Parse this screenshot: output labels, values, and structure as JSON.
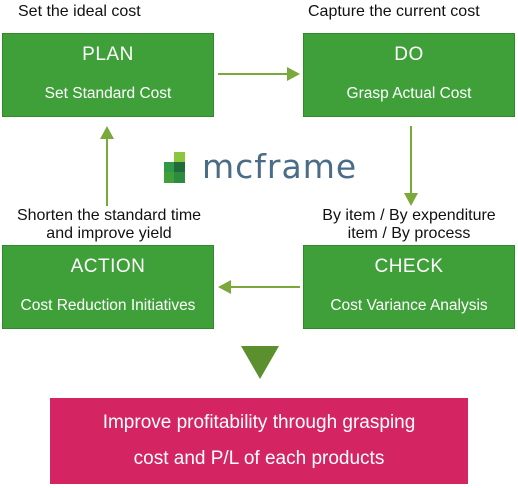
{
  "captions": {
    "plan_goal": "Set the ideal cost",
    "do_goal": "Capture the current cost",
    "action_note_line1": "Shorten the standard time",
    "action_note_line2": "and improve yield",
    "check_note_line1": "By item / By expenditure",
    "check_note_line2": "item / By process"
  },
  "boxes": {
    "plan": {
      "title": "PLAN",
      "subtitle": "Set Standard Cost"
    },
    "do": {
      "title": "DO",
      "subtitle": "Grasp Actual Cost"
    },
    "check": {
      "title": "CHECK",
      "subtitle": "Cost Variance Analysis"
    },
    "action": {
      "title": "ACTION",
      "subtitle": "Cost Reduction Initiatives"
    }
  },
  "logo": {
    "text": "mcframe"
  },
  "outcome": {
    "line1": "Improve profitability through grasping",
    "line2": "cost and P/L of each products"
  },
  "colors": {
    "box_green": "#3fa03a",
    "arrow_green": "#7aa83a",
    "outcome_pink": "#d42462",
    "logo_text": "#4a6c86"
  }
}
